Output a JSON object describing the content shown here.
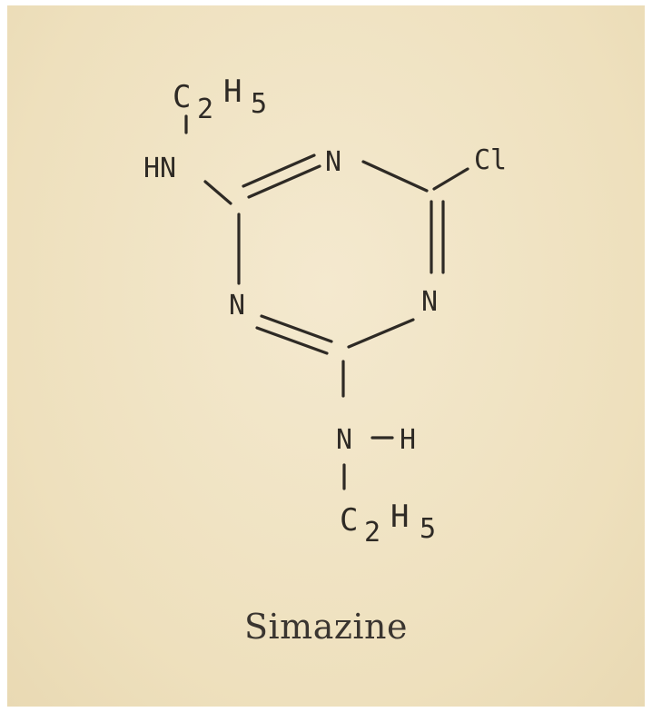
{
  "structure": {
    "ring_atoms": {
      "n_top": "N",
      "n_left": "N",
      "n_right": "N"
    },
    "substituents": {
      "chlorine": "Cl",
      "left_amine": "HN",
      "bottom_amine": "N",
      "bottom_amine_h": "H",
      "ethyl_top_c": "C",
      "ethyl_top_c_count": "2",
      "ethyl_top_h": "H",
      "ethyl_top_h_count": "5",
      "ethyl_bottom_c": "C",
      "ethyl_bottom_c_count": "2",
      "ethyl_bottom_h": "H",
      "ethyl_bottom_h_count": "5"
    }
  },
  "caption": "Simazine",
  "colors": {
    "paper": "#efe2c2",
    "ink": "#2e2a25"
  }
}
